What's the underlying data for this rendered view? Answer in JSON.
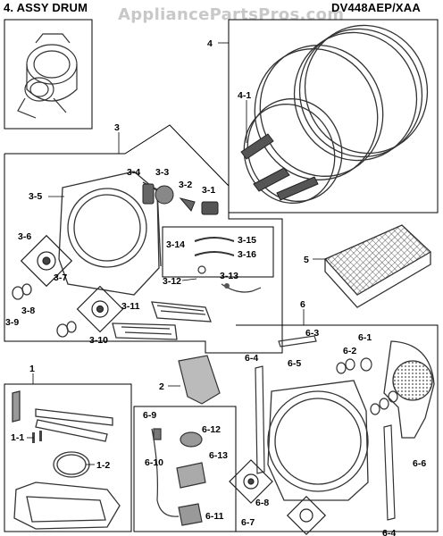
{
  "header": {
    "title": "4. ASSY DRUM",
    "model": "DV448AEP/XAA",
    "watermark": "AppliancePartsPros.com"
  },
  "callouts": {
    "c1": "1",
    "c1_1": "1-1",
    "c1_2": "1-2",
    "c2": "2",
    "c3": "3",
    "c3_1": "3-1",
    "c3_2": "3-2",
    "c3_3": "3-3",
    "c3_4": "3-4",
    "c3_5": "3-5",
    "c3_6": "3-6",
    "c3_7": "3-7",
    "c3_8": "3-8",
    "c3_9": "3-9",
    "c3_10": "3-10",
    "c3_11": "3-11",
    "c3_12": "3-12",
    "c3_13": "3-13",
    "c3_14": "3-14",
    "c3_15": "3-15",
    "c3_16": "3-16",
    "c4": "4",
    "c4_1": "4-1",
    "c5": "5",
    "c6": "6",
    "c6_1": "6-1",
    "c6_2": "6-2",
    "c6_3": "6-3",
    "c6_4a": "6-4",
    "c6_4b": "6-4",
    "c6_5": "6-5",
    "c6_6": "6-6",
    "c6_7": "6-7",
    "c6_8": "6-8",
    "c6_9": "6-9",
    "c6_10": "6-10",
    "c6_11": "6-11",
    "c6_12": "6-12",
    "c6_13": "6-13"
  },
  "colors": {
    "line": "#000000",
    "part": "#444444",
    "watermark": "#c8c8c8"
  }
}
